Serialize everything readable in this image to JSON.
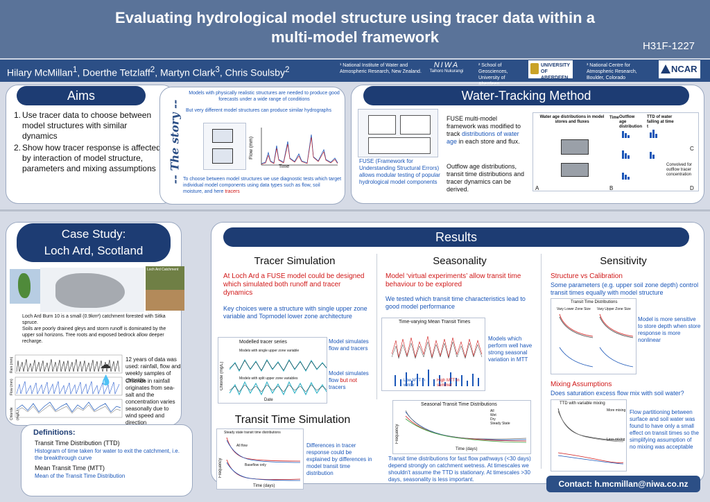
{
  "header": {
    "title_line1": "Evaluating hydrological model structure using tracer data within a",
    "title_line2": "multi-model framework",
    "code": "H31F-1227"
  },
  "authors": {
    "a1": "Hilary McMillan",
    "a2": ", Doerthe Tetzlaff",
    "a3": ", Martyn Clark",
    "a4": ", Chris Soulsby",
    "sup1": "1",
    "sup2": "2",
    "sup3": "3",
    "sup4": "2"
  },
  "affiliations": {
    "niwa": "¹ National Institute of Water and Atmospheric Research, New Zealand.",
    "niwa_logo": "NIWA",
    "niwa_logo_sub": "Taihoro Nukurangi",
    "aberdeen": "² School of Geosciences, University of Aberdeen",
    "aberdeen_logo1": "UNIVERSITY",
    "aberdeen_logo2": "OF ABERDEEN",
    "ncar": "³ National Centre for Atmospheric Research, Boulder, Colorado",
    "ncar_logo": "NCAR"
  },
  "aims": {
    "title": "Aims",
    "item1_num": "1.",
    "item1": "Use tracer data to choose between model structures with similar dynamics",
    "item2_num": "2.",
    "item2": "Show how tracer response is affected by interaction of model structure, parameters and mixing assumptions"
  },
  "story": {
    "vertical": "-- The story --",
    "top": "Models with physically realistic structures are needed to produce good forecasts under a wide range of conditions",
    "mid": "But very different model structures can produce similar hydrographs",
    "bottom": "To choose between model structures we use diagnostic tests which target individual model components using data types such as flow, soil moisture, and here",
    "bottom_red": "tracers",
    "flow_axis": "Flow (mm)",
    "time_axis": "Time"
  },
  "water": {
    "title": "Water-Tracking Method",
    "fuse_caption": "FUSE (Framework for Understanding Structural Errors) allows modular testing of popular hydrological model components",
    "p1_a": "FUSE multi-model framework was modified to track",
    "p1_blue": "distributions of water age",
    "p1_b": "in each store and flux.",
    "p2": "Outflow age distributions, transit time distributions and tracer dynamics can be derived.",
    "diag_h1": "Water age distributions in model stores and fluxes",
    "diag_h2": "Time",
    "diag_h3": "Outflow age distribution",
    "diag_h4": "TTD of water falling at time t",
    "diag_conv": "Convolved for outflow tracer concentration",
    "lblA": "A",
    "lblB": "B",
    "lblC": "C",
    "lblD": "D"
  },
  "case": {
    "title1": "Case Study:",
    "title2": "Loch Ard, Scotland",
    "photo_caption": "Loch Ard Catchment",
    "desc": "Loch Ard Burn 10 is a small (0.9km²) catchment forested with Sitka spruce.",
    "desc2": "Soils are poorly drained gleys and storm runoff is dominated by the upper soil horizons. Tree roots and exposed bedrock allow deeper recharge.",
    "data1": "12 years of data was used: rainfall, flow and weekly samples of chloride.",
    "data2": "Chloride in rainfall originates from sea-salt and the concentration varies seasonally due to wind speed and direction",
    "ts_rain": "Rain (mm)",
    "ts_flow": "Flow (mm)",
    "ts_cl": "Chloride (mg/L)"
  },
  "defs": {
    "title": "Definitions:",
    "ttd": "Transit Time Distribution (TTD)",
    "ttd_desc": "Histogram of time taken for water to exit the catchment, i.e. the breakthrough curve",
    "mtt": "Mean Transit Time (MTT)",
    "mtt_desc": "Mean of the Transit Time Distribution"
  },
  "results": {
    "title": "Results",
    "tracer": {
      "title": "Tracer Simulation",
      "red": "At Loch Ard a FUSE model could be designed which simulated both runoff and tracer dynamics",
      "blue": "Key choices were a structure with single upper zone variable and Topmodel lower zone architecture",
      "chart_title": "Modelled tracer series",
      "chart_sub1": "Models with single upper zone variable",
      "chart_sub2": "Models with split upper zone variables",
      "ylabel": "Chloride (mg/L)",
      "xlabel": "Date",
      "note1": "Model simulates flow and tracers",
      "note2a": "Model simulates flow",
      "note2b": "but not",
      "note2c": "tracers"
    },
    "transit": {
      "title": "Transit Time Simulation",
      "chart_title": "Steady state transit time distributions",
      "ylabel": "Frequency",
      "xlabel": "Time (days)",
      "label1": "All flow",
      "label2": "Baseflow only",
      "note": "Differences in tracer response could be explained by differences in model transit time distribution"
    },
    "season": {
      "title": "Seasonality",
      "red": "Model ‘virtual experiments’ allow transit time behaviour to be explored",
      "blue": "We tested which transit time characteristics lead to good model performance",
      "chart_title": "Time-varying Mean Transit Times",
      "note": "Models which perform well have strong seasonal variation in MTT",
      "low": "Low MTT in winter",
      "high": "High MTT in summer",
      "chart2_title": "Seasonal Transit Time Distributions",
      "chart2_x": "Time (days)",
      "chart2_y": "Frequency",
      "legend": [
        "All",
        "Wet",
        "Dry",
        "Steady State"
      ],
      "bottom": "Transit time distributions for fast flow pathways (<30 days) depend strongly on catchment wetness. At timescales we shouldn’t assume the TTD is stationary. At timescales >30 days, seasonality is less important."
    },
    "sens": {
      "title": "Sensitivity",
      "red1": "Structure vs Calibration",
      "blue1": "Some parameters (e.g. upper soil zone depth) control transit times equally with model structure",
      "chart_title": "Transit Time Distributions",
      "sub1": "Vary Lower Zone Size",
      "sub2": "Vary Upper Zone Size",
      "note1": "Model is more sensitive to store depth when store response is more nonlinear",
      "red2": "Mixing Assumptions",
      "blue2": "Does saturation excess flow mix with soil water?",
      "chart2_title": "TTD with variable mixing",
      "more": "More mixing",
      "less": "Less mixing",
      "note2": "Flow partitioning between surface and soil water was found to have only a small effect on transit times so the simplifying assumption of no mixing was acceptable"
    }
  },
  "contact": "Contact: h.mcmillan@niwa.co.nz",
  "colors": {
    "header": "#5a7399",
    "authbar": "#2c4f86",
    "pill": "#1d3c73",
    "red": "#d01818",
    "blue": "#1a56b8"
  }
}
